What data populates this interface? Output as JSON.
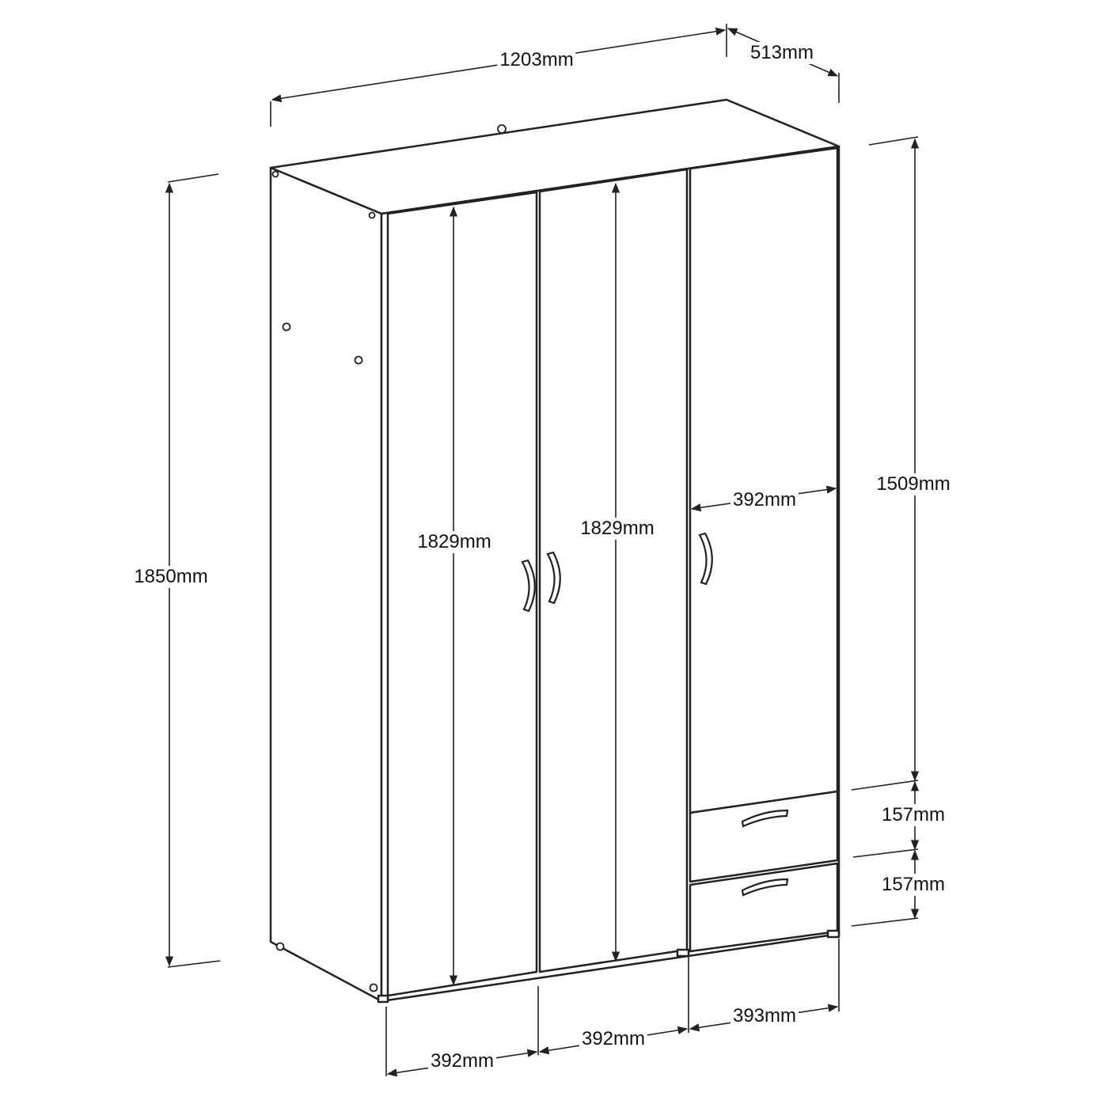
{
  "dimensions": {
    "overall_width": "1203mm",
    "depth": "513mm",
    "overall_height": "1850mm",
    "door_left_height": "1829mm",
    "door_middle_height": "1829mm",
    "right_door_width": "392mm",
    "right_door_height": "1509mm",
    "drawer_top_height": "157mm",
    "drawer_bottom_height": "157mm",
    "door_left_width": "392mm",
    "door_middle_width": "392mm",
    "drawer_width": "393mm"
  },
  "colors": {
    "line": "#222222",
    "background": "#ffffff"
  }
}
